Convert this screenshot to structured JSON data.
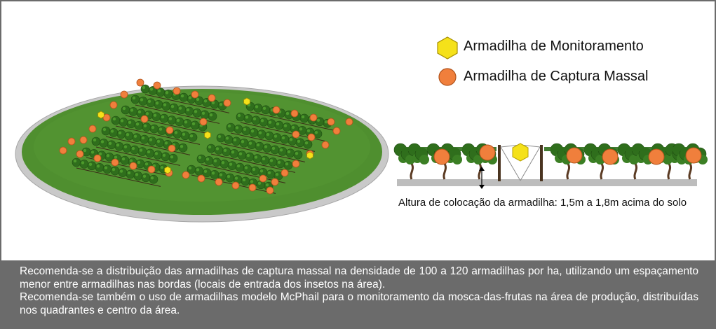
{
  "legend": {
    "monitoring": {
      "label": "Armadilha de Monitoramento",
      "icon": "yellow-hexagon",
      "color": "#f5e11a"
    },
    "mass_capture": {
      "label": "Armadilha de Captura Massal",
      "icon": "orange-circle",
      "color": "#f07f3c"
    }
  },
  "side_view": {
    "caption": "Altura de colocação da armadilha: 1,5m a 1,8m acima do solo"
  },
  "footer": {
    "paragraph_1": "Recomenda-se a distribuição das armadilhas de captura massal na densidade de 100 a 120 armadilhas por ha, utilizando um espaçamento menor entre armadilhas nas bordas (locais de entrada dos insetos na área).",
    "paragraph_2": "Recomenda-se também o uso de armadilhas modelo McPhail para o monitoramento da mosca-das-frutas na área de produção, distribuídas nos quadrantes e centro da área."
  },
  "colors": {
    "field": "#4a8a2c",
    "field_rim": "#bdbdbd",
    "foliage": "#2f6e1c",
    "trunk": "#5a3a22",
    "footer_bg": "#6b6b6b"
  }
}
